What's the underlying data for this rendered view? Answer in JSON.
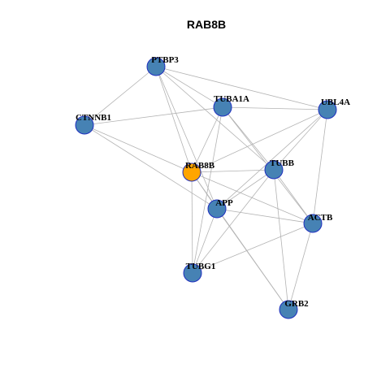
{
  "title": "RAB8B",
  "colors": {
    "node_default": "#4682b4",
    "node_focus": "#ffa500",
    "node_border": "#1f2fbf",
    "edge": "#b3b3b3"
  },
  "nodes": [
    {
      "id": "PTBP3",
      "label": "PTBP3",
      "focus": false
    },
    {
      "id": "TUBA1A",
      "label": "TUBA1A",
      "focus": false
    },
    {
      "id": "UBL4A",
      "label": "UBL4A",
      "focus": false
    },
    {
      "id": "CTNNB1",
      "label": "CTNNB1",
      "focus": false
    },
    {
      "id": "RAB8B",
      "label": "RAB8B",
      "focus": true
    },
    {
      "id": "TUBB",
      "label": "TUBB",
      "focus": false
    },
    {
      "id": "APP",
      "label": "APP",
      "focus": false
    },
    {
      "id": "ACTB",
      "label": "ACTB",
      "focus": false
    },
    {
      "id": "TUBG1",
      "label": "TUBG1",
      "focus": false
    },
    {
      "id": "GRB2",
      "label": "GRB2",
      "focus": false
    }
  ],
  "edges": [
    [
      "PTBP3",
      "CTNNB1"
    ],
    [
      "PTBP3",
      "TUBA1A"
    ],
    [
      "PTBP3",
      "UBL4A"
    ],
    [
      "PTBP3",
      "RAB8B"
    ],
    [
      "PTBP3",
      "TUBB"
    ],
    [
      "PTBP3",
      "APP"
    ],
    [
      "CTNNB1",
      "TUBA1A"
    ],
    [
      "CTNNB1",
      "RAB8B"
    ],
    [
      "CTNNB1",
      "APP"
    ],
    [
      "TUBA1A",
      "UBL4A"
    ],
    [
      "TUBA1A",
      "RAB8B"
    ],
    [
      "TUBA1A",
      "TUBB"
    ],
    [
      "TUBA1A",
      "ACTB"
    ],
    [
      "TUBA1A",
      "TUBG1"
    ],
    [
      "UBL4A",
      "RAB8B"
    ],
    [
      "UBL4A",
      "TUBB"
    ],
    [
      "UBL4A",
      "APP"
    ],
    [
      "UBL4A",
      "ACTB"
    ],
    [
      "RAB8B",
      "TUBB"
    ],
    [
      "RAB8B",
      "APP"
    ],
    [
      "RAB8B",
      "ACTB"
    ],
    [
      "RAB8B",
      "TUBG1"
    ],
    [
      "RAB8B",
      "GRB2"
    ],
    [
      "TUBB",
      "APP"
    ],
    [
      "TUBB",
      "ACTB"
    ],
    [
      "TUBB",
      "TUBG1"
    ],
    [
      "TUBB",
      "GRB2"
    ],
    [
      "APP",
      "ACTB"
    ],
    [
      "APP",
      "TUBG1"
    ],
    [
      "APP",
      "GRB2"
    ],
    [
      "ACTB",
      "TUBG1"
    ],
    [
      "ACTB",
      "GRB2"
    ]
  ]
}
